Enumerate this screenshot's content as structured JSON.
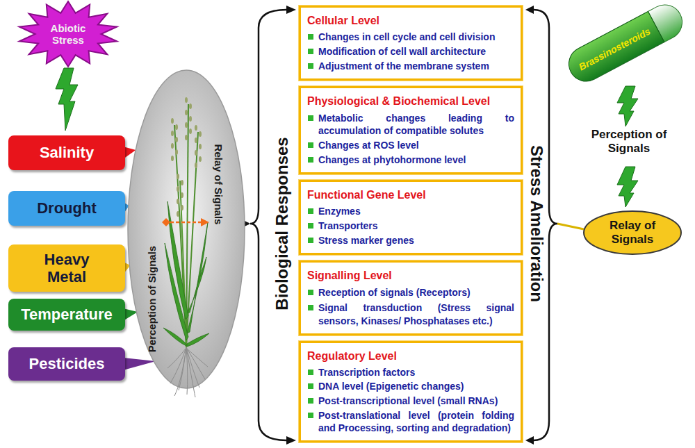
{
  "diagram": {
    "nodes": [
      {
        "text": [
          "Abiotic Stress"
        ]
      },
      {
        "text": [
          "Salinity"
        ]
      },
      {
        "text": [
          "Drought"
        ]
      },
      {
        "text": [
          "Heavy Metal"
        ]
      },
      {
        "text": [
          "Temperature"
        ]
      },
      {
        "text": [
          "Pesticides"
        ]
      },
      {
        "text": [
          "Perception of Signals",
          "Relay of Signals"
        ]
      },
      {
        "text": [
          "Cellular Level",
          "Changes in cell cycle and cell division",
          "Modification of cell wall architecture",
          "Adjustment of the membrane system"
        ]
      },
      {
        "text": [
          "Physiological & Biochemical Level",
          "Metabolic changes leading to accumulation of compatible solutes",
          "Changes at ROS level",
          "Changes at phytohormone level"
        ]
      },
      {
        "text": [
          "Functional Gene Level",
          "Enzymes",
          "Transporters",
          "Stress marker genes"
        ]
      },
      {
        "text": [
          "Signalling Level",
          "Reception of signals (Receptors)",
          "Signal transduction (Stress signal sensors, Kinases/ Phosphatases etc.)"
        ]
      },
      {
        "text": [
          "Regulatory Level",
          "Transcription factors",
          "DNA level (Epigenetic changes)",
          "Post-transcriptional level (small RNAs)",
          "Post-translational level (protein folding and Processing, sorting and degradation)"
        ]
      },
      {
        "text": [
          "Brassinosteroids"
        ]
      },
      {
        "text": [
          "Relay of Signals"
        ]
      }
    ],
    "edges": [
      {
        "from": 1,
        "to": 6,
        "arrow": "none"
      },
      {
        "from": 2,
        "to": 6,
        "arrow": "none"
      },
      {
        "from": 3,
        "to": 6,
        "arrow": "none"
      },
      {
        "from": 4,
        "to": 6,
        "arrow": "none"
      },
      {
        "from": 5,
        "to": 6,
        "arrow": "none"
      }
    ],
    "labels": [
      "Biological Responses",
      "Stress Amelioration",
      "Perception of Signals"
    ]
  }
}
